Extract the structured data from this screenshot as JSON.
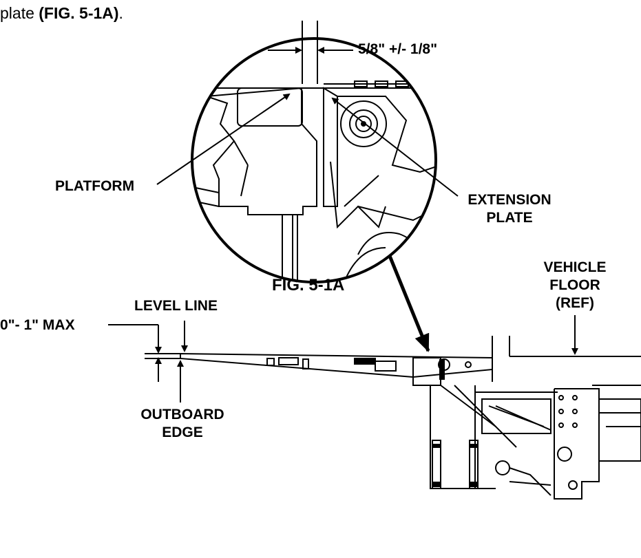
{
  "intro_text": {
    "prefix": "plate ",
    "figure_ref": "(FIG. 5-1A)",
    "suffix": "."
  },
  "labels": {
    "gap_dimension": "5/8\" +/- 1/8\"",
    "platform": "PLATFORM",
    "extension_plate_line1": "EXTENSION",
    "extension_plate_line2": "PLATE",
    "figure_caption": "FIG. 5-1A",
    "vehicle_floor_line1": "VEHICLE",
    "vehicle_floor_line2": "FLOOR",
    "vehicle_floor_line3": "(REF)",
    "level_line": "LEVEL LINE",
    "max_tolerance": "0\"- 1\" MAX",
    "outboard_edge_line1": "OUTBOARD",
    "outboard_edge_line2": "EDGE"
  }
}
